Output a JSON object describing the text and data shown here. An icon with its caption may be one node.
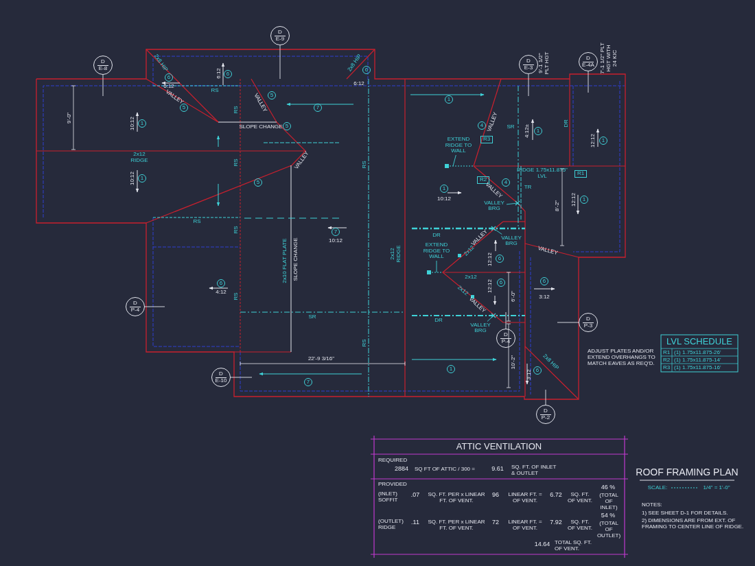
{
  "diagram": {
    "nodes": [
      {
        "text": [
          "D",
          "E-9"
        ]
      },
      {
        "text": [
          "D",
          "E-8"
        ]
      },
      {
        "text": [
          "D",
          "E-3"
        ]
      },
      {
        "text": [
          "D",
          "E-4A"
        ]
      },
      {
        "text": [
          "6"
        ]
      },
      {
        "text": [
          "6"
        ]
      },
      {
        "text": [
          "6"
        ]
      },
      {
        "text": [
          "5"
        ]
      },
      {
        "text": [
          "5"
        ]
      },
      {
        "text": [
          "7"
        ]
      },
      {
        "text": [
          "1"
        ]
      },
      {
        "text": [
          "1"
        ]
      },
      {
        "text": [
          "5"
        ]
      },
      {
        "text": [
          "4"
        ]
      },
      {
        "text": [
          "1"
        ]
      },
      {
        "text": [
          "R3"
        ]
      },
      {
        "text": [
          "1"
        ]
      },
      {
        "text": [
          "EXTEND RIDGE TO WALL"
        ]
      },
      {
        "text": [
          "R1"
        ]
      },
      {
        "text": [
          "1"
        ]
      },
      {
        "text": [
          "5"
        ]
      },
      {
        "text": [
          "4"
        ]
      },
      {
        "text": [
          "R2"
        ]
      },
      {
        "text": [
          "1"
        ]
      },
      {
        "text": [
          "1"
        ]
      },
      {
        "text": [
          "VALLEY BRG"
        ]
      },
      {
        "text": [
          "7"
        ]
      },
      {
        "text": [
          "VALLEY BRG"
        ]
      },
      {
        "text": [
          "EXTEND RIDGE TO WALL"
        ]
      },
      {
        "text": [
          "6"
        ]
      },
      {
        "text": [
          "6"
        ]
      },
      {
        "text": [
          "6"
        ]
      },
      {
        "text": [
          "6"
        ]
      },
      {
        "text": [
          "D",
          "P-4"
        ]
      },
      {
        "text": [
          "D",
          "P-3"
        ]
      },
      {
        "text": [
          "VALLEY BRG"
        ]
      },
      {
        "text": [
          "D",
          "P-4"
        ]
      },
      {
        "text": [
          "1"
        ]
      },
      {
        "text": [
          "6"
        ]
      },
      {
        "text": [
          "7"
        ]
      },
      {
        "text": [
          "D",
          "E-10"
        ]
      },
      {
        "text": [
          "D",
          "P-2"
        ]
      }
    ],
    "edges": [
      {
        "from": 0,
        "to": null,
        "arrow": "none"
      },
      {
        "from": 1,
        "to": null,
        "arrow": "none"
      },
      {
        "from": 2,
        "to": null,
        "arrow": "none"
      },
      {
        "from": 3,
        "to": null,
        "arrow": "none"
      },
      {
        "from": 17,
        "to": null,
        "arrow": "none",
        "color": "#3fd2d8"
      },
      {
        "from": 25,
        "to": null,
        "arrow": "none",
        "color": "#3fd2d8"
      },
      {
        "from": 27,
        "to": null,
        "arrow": "none",
        "color": "#3fd2d8"
      },
      {
        "from": 28,
        "to": null,
        "arrow": "none",
        "color": "#3fd2d8"
      },
      {
        "from": 33,
        "to": null,
        "arrow": "none"
      },
      {
        "from": 34,
        "to": null,
        "arrow": "none"
      },
      {
        "from": 35,
        "to": null,
        "arrow": "none",
        "color": "#3fd2d8"
      },
      {
        "from": 36,
        "to": null,
        "arrow": "none"
      },
      {
        "from": 40,
        "to": null,
        "arrow": "none"
      },
      {
        "from": 41,
        "to": null,
        "arrow": "none"
      }
    ],
    "labels": [
      "9'-1 1/2\" PLT HGT",
      "7'-1 1/2\" PLT HGT WITH 24 KIC",
      "2x8 HIP",
      "6:12",
      "6:12",
      "2x8 HIP",
      "6:12",
      "9'-0\"",
      "RS",
      "VALLEY",
      "VALLEY",
      "RS",
      "10:12",
      "SLOPE CHANGE",
      "VALLEY",
      "SR",
      "4:12±",
      "DR",
      "12:12",
      "2x12 RIDGE",
      "RIDGE 1.75x11.875\" LVL",
      "VALLEY",
      "RS",
      "RS",
      "10:12",
      "10:12",
      "VALLEY",
      "TR",
      "12:12",
      "8'-2\"",
      "RS",
      "RS",
      "DR",
      "VALLEY",
      "2x12",
      "10:12",
      "VALLEY",
      "12:12",
      "2x10 FLAT PLATE",
      "SLOPE CHANGE",
      "2x12 RIDGE",
      "2x12",
      "12:12",
      "6'-0\"",
      "4:12",
      "3:12",
      "RS",
      "2x12",
      "VALLEY",
      "SR",
      "DR",
      "RS",
      "LVL SCHEDULE",
      "22'-9 3/16\"",
      "10'-2\"",
      "ADJUST PLATES AND/OR EXTEND OVERHANGS TO MATCH EAVES AS REQ'D.",
      "R1",
      "(1) 1.75x11.875-26'",
      "R2",
      "(1) 1.75x11.875-14'",
      "R3",
      "(1) 1.75x11.875-16'",
      "2x8 HIP",
      "3:12",
      "ATTIC VENTILATION",
      "REQUIRED",
      "2884",
      "SQ FT OF ATTIC / 300 =",
      "9.61",
      "SQ. FT. OF INLET & OUTLET",
      "PROVIDED",
      "(INLET) SOFFIT",
      ".07",
      "SQ. FT. PER x LINEAR FT. OF VENT.",
      "96",
      "LINEAR FT. = OF VENT.",
      "6.72",
      "SQ. FT. OF VENT.",
      "46 %",
      "(TOTAL OF INLET)",
      "(OUTLET) RIDGE",
      ".11",
      "SQ. FT. PER x LINEAR FT. OF VENT.",
      "72",
      "LINEAR FT. = OF VENT.",
      "7.92",
      "SQ. FT. OF VENT.",
      "54 %",
      "(TOTAL OF OUTLET)",
      "14.64",
      "TOTAL SQ. FT. OF VENT.",
      "ROOF FRAMING PLAN",
      "SCALE:",
      "1/4\" = 1'-0\"",
      "NOTES:",
      "1) SEE SHEET D-1 FOR DETAILS.",
      "2) DIMENSIONS ARE FROM EXT. OF FRAMING TO CENTER LINE OF RIDGE."
    ]
  }
}
